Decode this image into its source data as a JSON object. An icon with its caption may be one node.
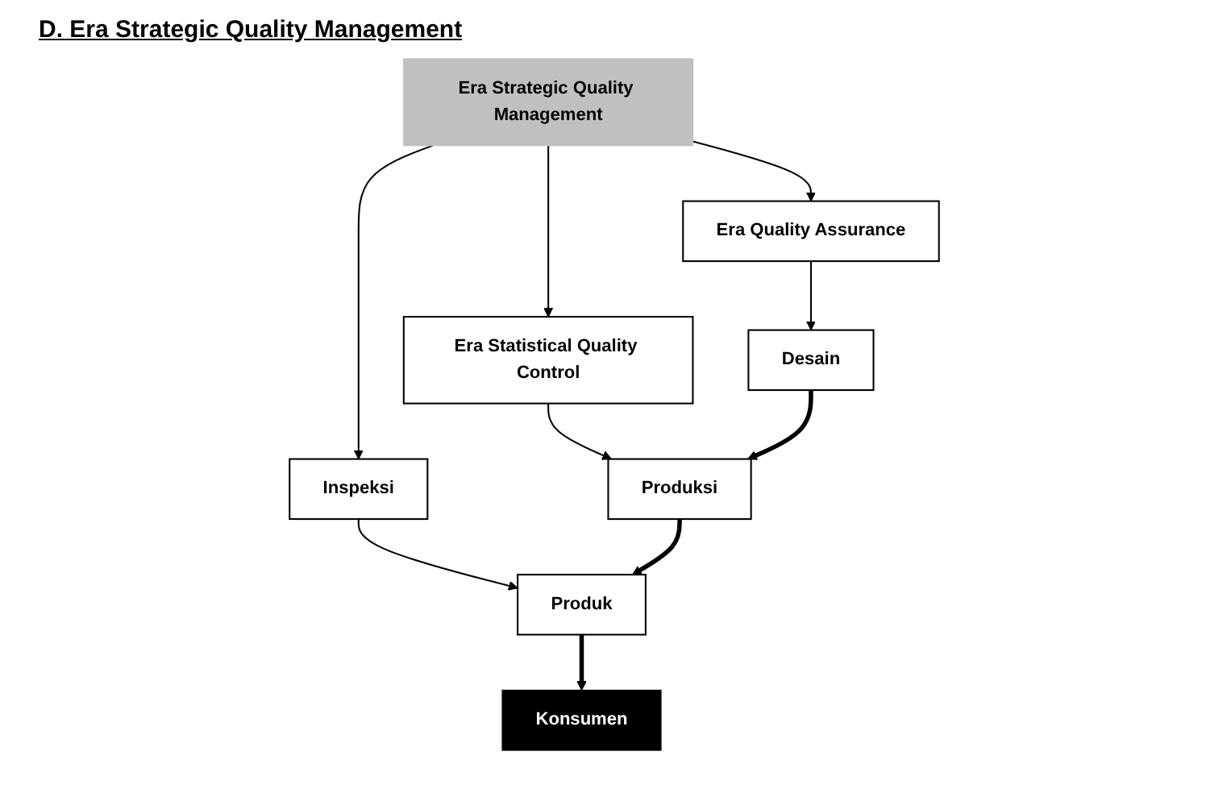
{
  "diagram": {
    "title": "D. Era Strategic Quality Management",
    "nodes": [
      {
        "text": [
          "Era Strategic Quality Management"
        ]
      },
      {
        "text": [
          "Inspeksi"
        ]
      },
      {
        "text": [
          "Era Statistical Quality Control"
        ]
      },
      {
        "text": [
          "Era Quality Assurance"
        ]
      },
      {
        "text": [
          "Konsumen"
        ]
      },
      {
        "text": [
          "Produk"
        ]
      },
      {
        "text": [
          "Produksi"
        ]
      },
      {
        "text": [
          "Desain"
        ]
      }
    ],
    "edges": [
      {
        "from": 0,
        "to": 1,
        "arrow": "to"
      },
      {
        "from": 0,
        "to": 2,
        "arrow": "to"
      },
      {
        "from": 0,
        "to": 3,
        "arrow": "to"
      },
      {
        "from": 1,
        "to": 5,
        "arrow": "to"
      },
      {
        "from": 2,
        "to": 6,
        "arrow": "to"
      },
      {
        "from": 3,
        "to": 7,
        "arrow": "to"
      },
      {
        "from": 7,
        "to": 6,
        "arrow": "to",
        "style": "thick"
      },
      {
        "from": 6,
        "to": 5,
        "arrow": "to",
        "style": "thick"
      },
      {
        "from": 5,
        "to": 4,
        "arrow": "to",
        "style": "thick"
      }
    ]
  }
}
